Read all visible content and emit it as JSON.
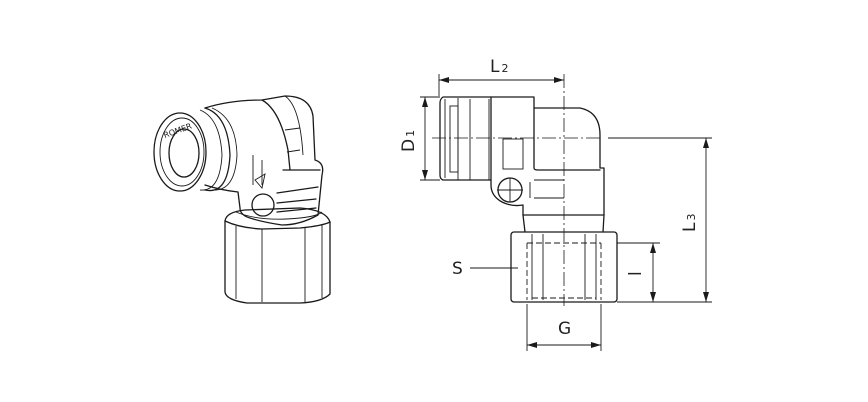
{
  "logo_text": "ROMER",
  "dimensions": {
    "L2": {
      "main": "L",
      "sub": "2"
    },
    "D1": {
      "main": "D",
      "sub": "1"
    },
    "L3": {
      "main": "L",
      "sub": "3"
    },
    "l": "l",
    "S": "S",
    "G": "G"
  }
}
